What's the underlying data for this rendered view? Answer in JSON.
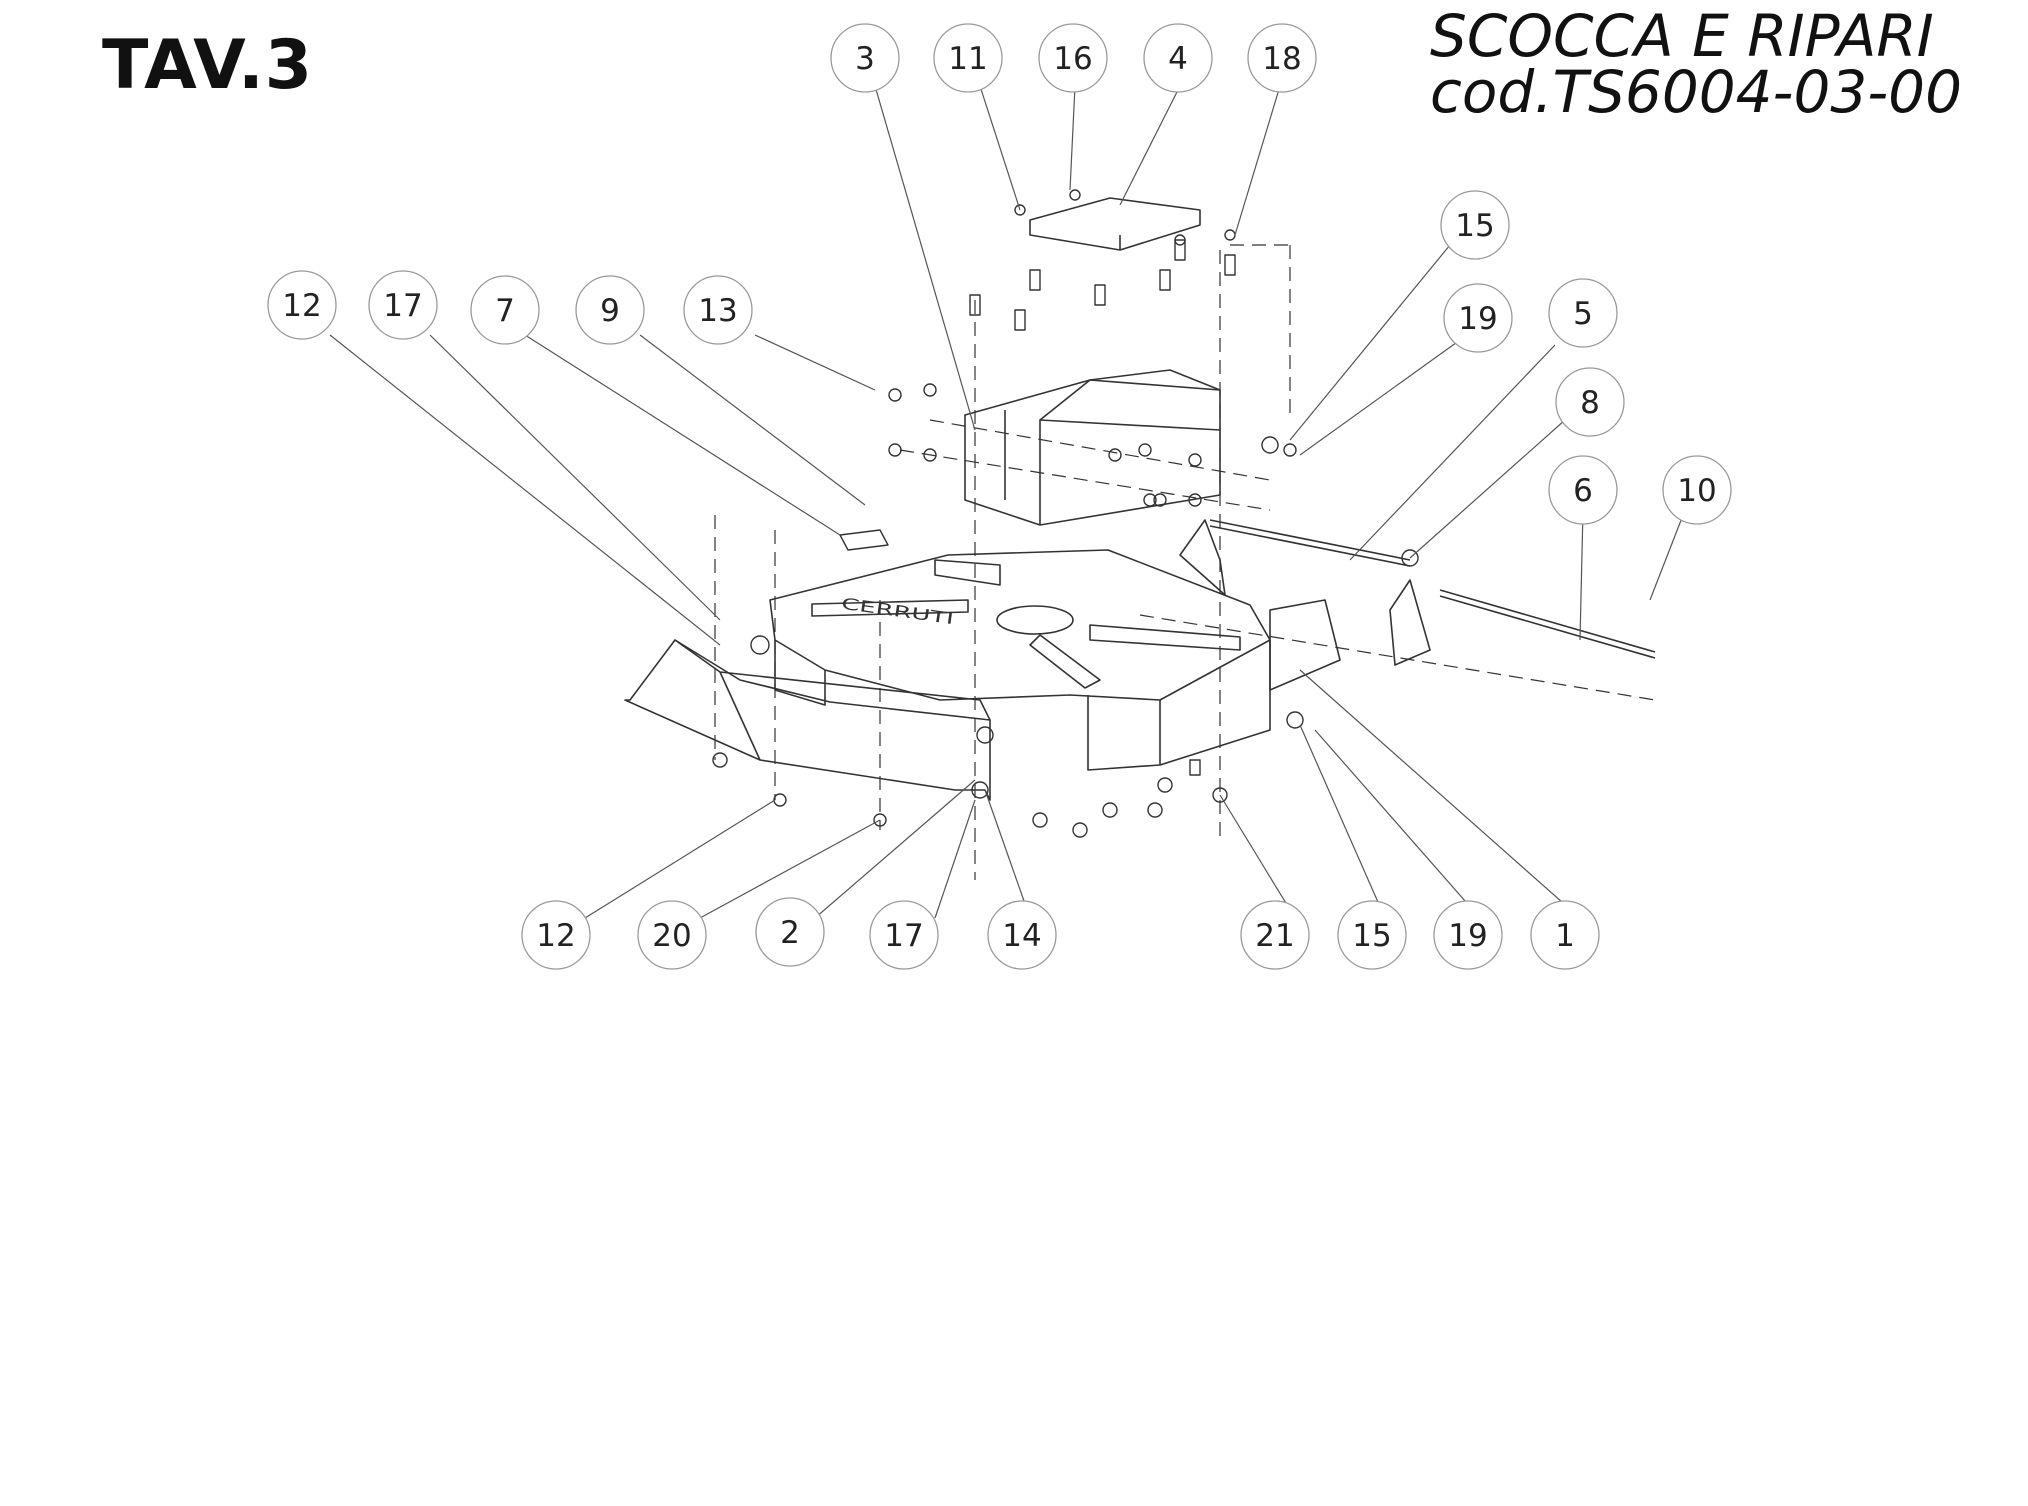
{
  "sheet": {
    "label": "TAV.3",
    "title": "SCOCCA E RIPARI",
    "code": "cod.TS6004-03-00"
  },
  "callouts": [
    "3",
    "11",
    "16",
    "4",
    "18",
    "15",
    "19",
    "5",
    "8",
    "6",
    "10",
    "12",
    "17",
    "7",
    "9",
    "13",
    "12",
    "20",
    "2",
    "17",
    "14",
    "21",
    "15",
    "19",
    "1"
  ],
  "plate_text": "CERRUTI",
  "colors": {
    "line": "#333333",
    "circle": "#9a9a9a",
    "text": "#222222"
  }
}
